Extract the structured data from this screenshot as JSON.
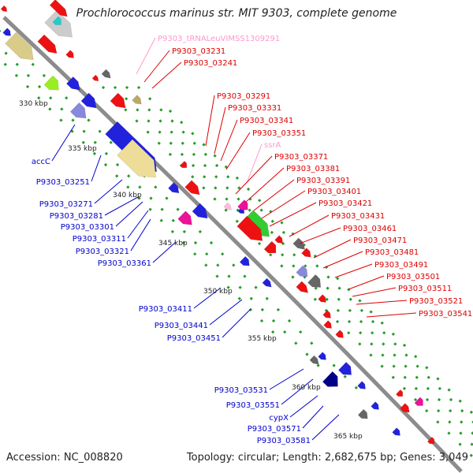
{
  "title": "Prochlorococcus marinus str. MIT 9303, complete genome",
  "footer": {
    "accession": "Accession: NC_008820",
    "topology": "Topology: circular; Length: 2,682,675 bp; Genes: 3,049"
  },
  "colors": {
    "backbone": "#8c8c8c",
    "dots": "#2a9a2a",
    "label_forward": "#dd0000",
    "label_reverse": "#0000cc",
    "label_rna": "#ff99cc",
    "kbp_text": "#222222"
  },
  "kbp_ticks": [
    "330 kbp",
    "335 kbp",
    "340 kbp",
    "345 kbp",
    "350 kbp",
    "355 kbp",
    "360 kbp",
    "365 kbp"
  ],
  "labels_forward": [
    "P9303_tRNALeuVIMSS1309291",
    "P9303_03231",
    "P9303_03241",
    "P9303_03291",
    "P9303_03331",
    "P9303_03341",
    "P9303_03351",
    "ssrA",
    "P9303_03371",
    "P9303_03381",
    "P9303_03391",
    "P9303_03401",
    "P9303_03421",
    "P9303_03431",
    "P9303_03461",
    "P9303_03471",
    "P9303_03481",
    "P9303_03491",
    "P9303_03501",
    "P9303_03511",
    "P9303_03521",
    "P9303_03541"
  ],
  "labels_reverse": [
    "accC",
    "P9303_03251",
    "P9303_03271",
    "P9303_03281",
    "P9303_03301",
    "P9303_03311",
    "P9303_03321",
    "P9303_03361",
    "P9303_03411",
    "P9303_03441",
    "P9303_03451",
    "P9303_03531",
    "P9303_03551",
    "cypX",
    "P9303_03571",
    "P9303_03581"
  ]
}
